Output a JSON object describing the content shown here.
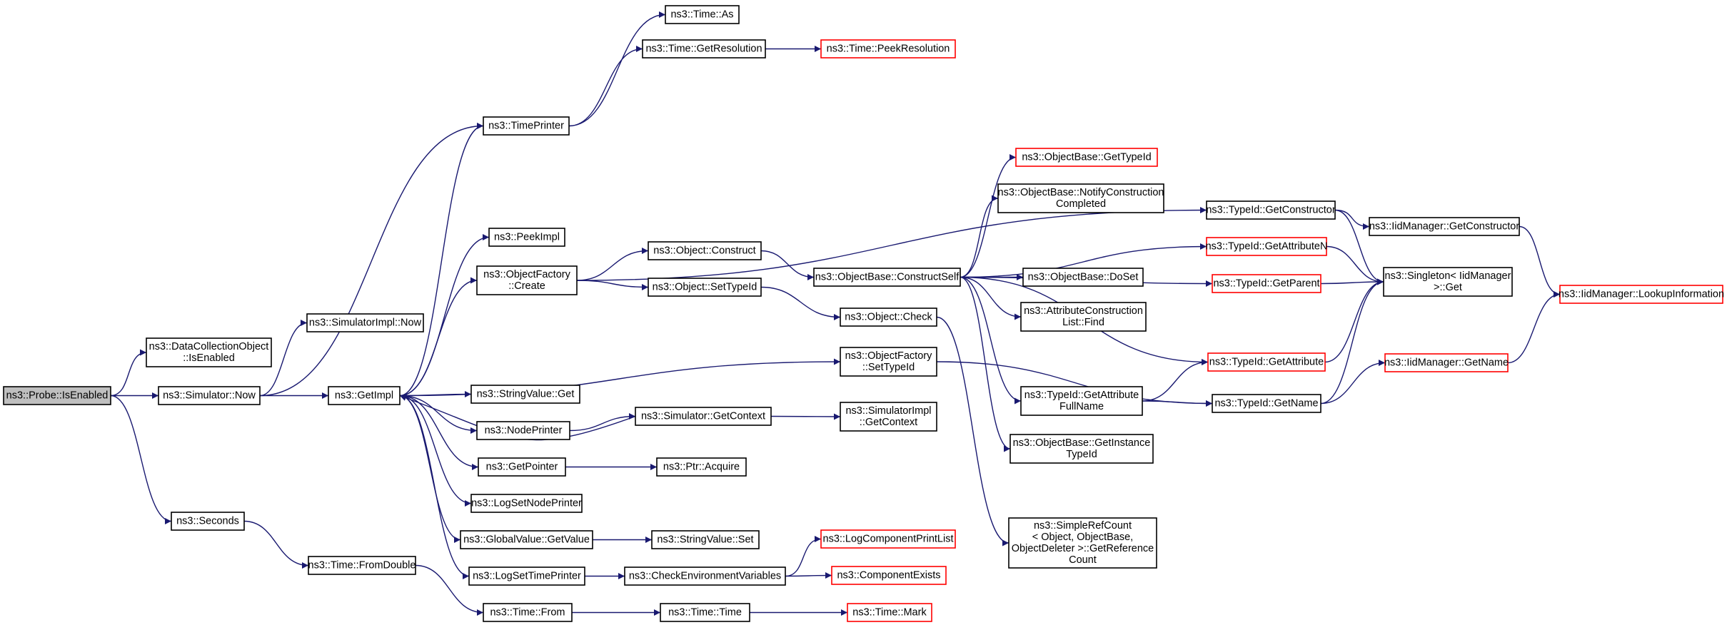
{
  "colors": {
    "edge": "#191970",
    "node_border": "#000000",
    "node_border_truncated": "#ff0000",
    "node_fill": "#ffffff",
    "root_fill": "#bfbfbf"
  },
  "graph": {
    "nodes": [
      {
        "id": "probe_isenabled",
        "lines": [
          "ns3::Probe::IsEnabled"
        ],
        "style": "root"
      },
      {
        "id": "dco_isenabled",
        "lines": [
          "ns3::DataCollectionObject",
          "::IsEnabled"
        ],
        "style": "normal"
      },
      {
        "id": "simulator_now",
        "lines": [
          "ns3::Simulator::Now"
        ],
        "style": "normal"
      },
      {
        "id": "seconds",
        "lines": [
          "ns3::Seconds"
        ],
        "style": "normal"
      },
      {
        "id": "simimpl_now",
        "lines": [
          "ns3::SimulatorImpl::Now"
        ],
        "style": "normal"
      },
      {
        "id": "getimpl",
        "lines": [
          "ns3::GetImpl"
        ],
        "style": "normal"
      },
      {
        "id": "time_fromdouble",
        "lines": [
          "ns3::Time::FromDouble"
        ],
        "style": "normal"
      },
      {
        "id": "timeprinter",
        "lines": [
          "ns3::TimePrinter"
        ],
        "style": "normal"
      },
      {
        "id": "peekimpl",
        "lines": [
          "ns3::PeekImpl"
        ],
        "style": "normal"
      },
      {
        "id": "of_create",
        "lines": [
          "ns3::ObjectFactory",
          "::Create"
        ],
        "style": "normal"
      },
      {
        "id": "stringvalue_get",
        "lines": [
          "ns3::StringValue::Get"
        ],
        "style": "normal"
      },
      {
        "id": "nodeprinter",
        "lines": [
          "ns3::NodePrinter"
        ],
        "style": "normal"
      },
      {
        "id": "getpointer",
        "lines": [
          "ns3::GetPointer"
        ],
        "style": "normal"
      },
      {
        "id": "logsetnodeprinter",
        "lines": [
          "ns3::LogSetNodePrinter"
        ],
        "style": "normal"
      },
      {
        "id": "globalvalue_getvalue",
        "lines": [
          "ns3::GlobalValue::GetValue"
        ],
        "style": "normal"
      },
      {
        "id": "logsettimeprinter",
        "lines": [
          "ns3::LogSetTimePrinter"
        ],
        "style": "normal"
      },
      {
        "id": "time_from",
        "lines": [
          "ns3::Time::From"
        ],
        "style": "normal"
      },
      {
        "id": "time_as",
        "lines": [
          "ns3::Time::As"
        ],
        "style": "normal"
      },
      {
        "id": "time_getresolution",
        "lines": [
          "ns3::Time::GetResolution"
        ],
        "style": "normal"
      },
      {
        "id": "object_construct",
        "lines": [
          "ns3::Object::Construct"
        ],
        "style": "normal"
      },
      {
        "id": "object_settypeid",
        "lines": [
          "ns3::Object::SetTypeId"
        ],
        "style": "normal"
      },
      {
        "id": "simulator_getcontext",
        "lines": [
          "ns3::Simulator::GetContext"
        ],
        "style": "normal"
      },
      {
        "id": "ptr_acquire",
        "lines": [
          "ns3::Ptr::Acquire"
        ],
        "style": "normal"
      },
      {
        "id": "stringvalue_set",
        "lines": [
          "ns3::StringValue::Set"
        ],
        "style": "normal"
      },
      {
        "id": "checkenvvars",
        "lines": [
          "ns3::CheckEnvironmentVariables"
        ],
        "style": "normal"
      },
      {
        "id": "time_time",
        "lines": [
          "ns3::Time::Time"
        ],
        "style": "normal"
      },
      {
        "id": "time_peekresolution",
        "lines": [
          "ns3::Time::PeekResolution"
        ],
        "style": "truncated"
      },
      {
        "id": "objectbase_constructself",
        "lines": [
          "ns3::ObjectBase::ConstructSelf"
        ],
        "style": "normal"
      },
      {
        "id": "object_check",
        "lines": [
          "ns3::Object::Check"
        ],
        "style": "normal"
      },
      {
        "id": "of_settypeid",
        "lines": [
          "ns3::ObjectFactory",
          "::SetTypeId"
        ],
        "style": "normal"
      },
      {
        "id": "simimpl_getcontext",
        "lines": [
          "ns3::SimulatorImpl",
          "::GetContext"
        ],
        "style": "normal"
      },
      {
        "id": "logcomponentprintlist",
        "lines": [
          "ns3::LogComponentPrintList"
        ],
        "style": "truncated"
      },
      {
        "id": "componentexists",
        "lines": [
          "ns3::ComponentExists"
        ],
        "style": "truncated"
      },
      {
        "id": "time_mark",
        "lines": [
          "ns3::Time::Mark"
        ],
        "style": "truncated"
      },
      {
        "id": "objectbase_gettypeid",
        "lines": [
          "ns3::ObjectBase::GetTypeId"
        ],
        "style": "truncated"
      },
      {
        "id": "objectbase_notifyconstruction",
        "lines": [
          "ns3::ObjectBase::NotifyConstruction",
          "Completed"
        ],
        "style": "normal"
      },
      {
        "id": "objectbase_doset",
        "lines": [
          "ns3::ObjectBase::DoSet"
        ],
        "style": "normal"
      },
      {
        "id": "attrconstructionlist_find",
        "lines": [
          "ns3::AttributeConstruction",
          "List::Find"
        ],
        "style": "normal"
      },
      {
        "id": "typeid_getattributefullname",
        "lines": [
          "ns3::TypeId::GetAttribute",
          "FullName"
        ],
        "style": "normal"
      },
      {
        "id": "objectbase_getinstancetypeid",
        "lines": [
          "ns3::ObjectBase::GetInstance",
          "TypeId"
        ],
        "style": "normal"
      },
      {
        "id": "simplerefcount_getref",
        "lines": [
          "ns3::SimpleRefCount",
          "< Object, ObjectBase,",
          "ObjectDeleter >::GetReference",
          "Count"
        ],
        "style": "normal"
      },
      {
        "id": "typeid_getconstructor",
        "lines": [
          "ns3::TypeId::GetConstructor"
        ],
        "style": "normal"
      },
      {
        "id": "typeid_getattributen",
        "lines": [
          "ns3::TypeId::GetAttributeN"
        ],
        "style": "truncated"
      },
      {
        "id": "typeid_getparent",
        "lines": [
          "ns3::TypeId::GetParent"
        ],
        "style": "truncated"
      },
      {
        "id": "typeid_getattribute",
        "lines": [
          "ns3::TypeId::GetAttribute"
        ],
        "style": "truncated"
      },
      {
        "id": "typeid_getname",
        "lines": [
          "ns3::TypeId::GetName"
        ],
        "style": "normal"
      },
      {
        "id": "iidmanager_getconstructor",
        "lines": [
          "ns3::IidManager::GetConstructor"
        ],
        "style": "normal"
      },
      {
        "id": "singleton_get",
        "lines": [
          "ns3::Singleton< IidManager",
          " >::Get"
        ],
        "style": "normal"
      },
      {
        "id": "iidmanager_getname",
        "lines": [
          "ns3::IidManager::GetName"
        ],
        "style": "truncated"
      },
      {
        "id": "iidmanager_lookupinformation",
        "lines": [
          "ns3::IidManager::LookupInformation"
        ],
        "style": "truncated"
      }
    ],
    "edges": [
      [
        "probe_isenabled",
        "dco_isenabled"
      ],
      [
        "probe_isenabled",
        "simulator_now"
      ],
      [
        "probe_isenabled",
        "seconds"
      ],
      [
        "simulator_now",
        "simimpl_now"
      ],
      [
        "simulator_now",
        "getimpl"
      ],
      [
        "simulator_now",
        "timeprinter"
      ],
      [
        "seconds",
        "time_fromdouble"
      ],
      [
        "time_fromdouble",
        "time_from"
      ],
      [
        "getimpl",
        "timeprinter"
      ],
      [
        "getimpl",
        "peekimpl"
      ],
      [
        "getimpl",
        "of_create"
      ],
      [
        "getimpl",
        "stringvalue_get"
      ],
      [
        "getimpl",
        "nodeprinter"
      ],
      [
        "getimpl",
        "getpointer"
      ],
      [
        "getimpl",
        "logsetnodeprinter"
      ],
      [
        "getimpl",
        "globalvalue_getvalue"
      ],
      [
        "getimpl",
        "logsettimeprinter"
      ],
      [
        "getimpl",
        "of_settypeid"
      ],
      [
        "timeprinter",
        "time_as"
      ],
      [
        "timeprinter",
        "time_getresolution"
      ],
      [
        "time_getresolution",
        "time_peekresolution"
      ],
      [
        "of_create",
        "object_construct"
      ],
      [
        "of_create",
        "object_settypeid"
      ],
      [
        "of_create",
        "typeid_getconstructor"
      ],
      [
        "object_construct",
        "objectbase_constructself"
      ],
      [
        "object_settypeid",
        "object_check"
      ],
      [
        "nodeprinter",
        "simulator_getcontext"
      ],
      [
        "simulator_getcontext",
        "simimpl_getcontext"
      ],
      [
        "simulator_getcontext",
        "getimpl"
      ],
      [
        "getpointer",
        "ptr_acquire"
      ],
      [
        "globalvalue_getvalue",
        "stringvalue_set"
      ],
      [
        "logsettimeprinter",
        "checkenvvars"
      ],
      [
        "checkenvvars",
        "logcomponentprintlist"
      ],
      [
        "checkenvvars",
        "componentexists"
      ],
      [
        "time_from",
        "time_time"
      ],
      [
        "time_time",
        "time_mark"
      ],
      [
        "objectbase_constructself",
        "objectbase_gettypeid"
      ],
      [
        "objectbase_constructself",
        "objectbase_notifyconstruction"
      ],
      [
        "objectbase_constructself",
        "objectbase_doset"
      ],
      [
        "objectbase_constructself",
        "attrconstructionlist_find"
      ],
      [
        "objectbase_constructself",
        "typeid_getattributefullname"
      ],
      [
        "objectbase_constructself",
        "objectbase_getinstancetypeid"
      ],
      [
        "objectbase_constructself",
        "typeid_getattributen"
      ],
      [
        "objectbase_constructself",
        "typeid_getparent"
      ],
      [
        "objectbase_constructself",
        "typeid_getattribute"
      ],
      [
        "object_check",
        "simplerefcount_getref"
      ],
      [
        "of_settypeid",
        "typeid_getname"
      ],
      [
        "typeid_getattributefullname",
        "typeid_getattribute"
      ],
      [
        "typeid_getattributefullname",
        "typeid_getname"
      ],
      [
        "typeid_getconstructor",
        "iidmanager_getconstructor"
      ],
      [
        "typeid_getconstructor",
        "singleton_get"
      ],
      [
        "typeid_getattributen",
        "singleton_get"
      ],
      [
        "typeid_getparent",
        "singleton_get"
      ],
      [
        "typeid_getattribute",
        "singleton_get"
      ],
      [
        "typeid_getname",
        "singleton_get"
      ],
      [
        "typeid_getname",
        "iidmanager_getname"
      ],
      [
        "iidmanager_getconstructor",
        "iidmanager_lookupinformation"
      ],
      [
        "iidmanager_getname",
        "iidmanager_lookupinformation"
      ]
    ]
  }
}
